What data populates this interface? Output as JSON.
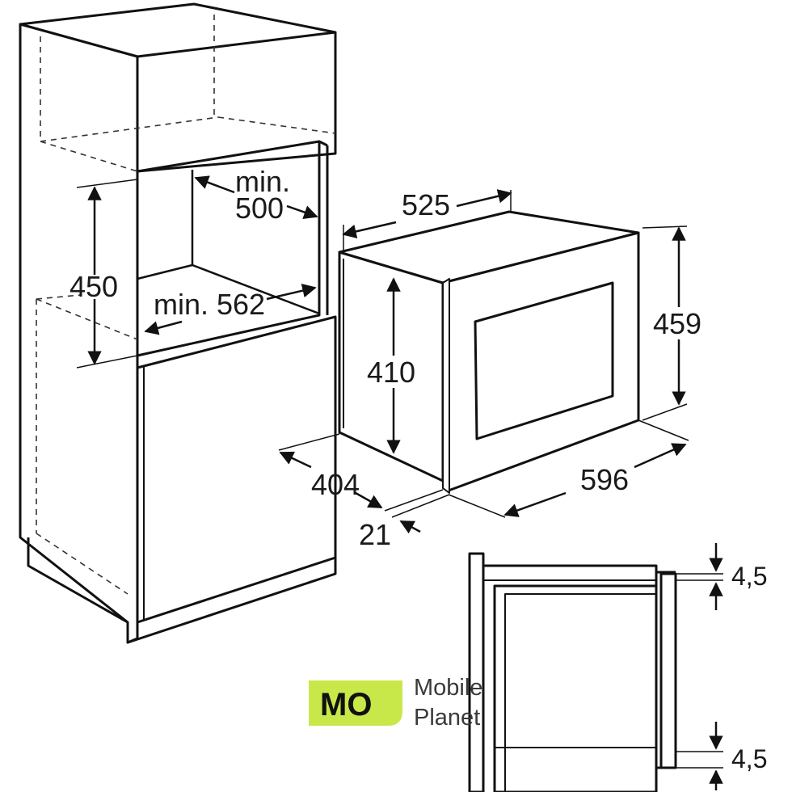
{
  "dimensions": {
    "niche_depth": "min.\n500",
    "niche_depth_line1": "min.",
    "niche_depth_line2": "500",
    "niche_height": "450",
    "niche_width": "min. 562",
    "appliance_depth": "525",
    "appliance_body_height": "410",
    "appliance_front_height": "459",
    "appliance_width": "596",
    "appliance_body_depth": "404",
    "front_panel_thickness": "21",
    "gap_top": "4,5",
    "gap_bottom": "4,5"
  },
  "watermark": {
    "mark": "MO",
    "line1": "Mobile",
    "line2": "Planet",
    "accent_color": "#c8e84a"
  }
}
